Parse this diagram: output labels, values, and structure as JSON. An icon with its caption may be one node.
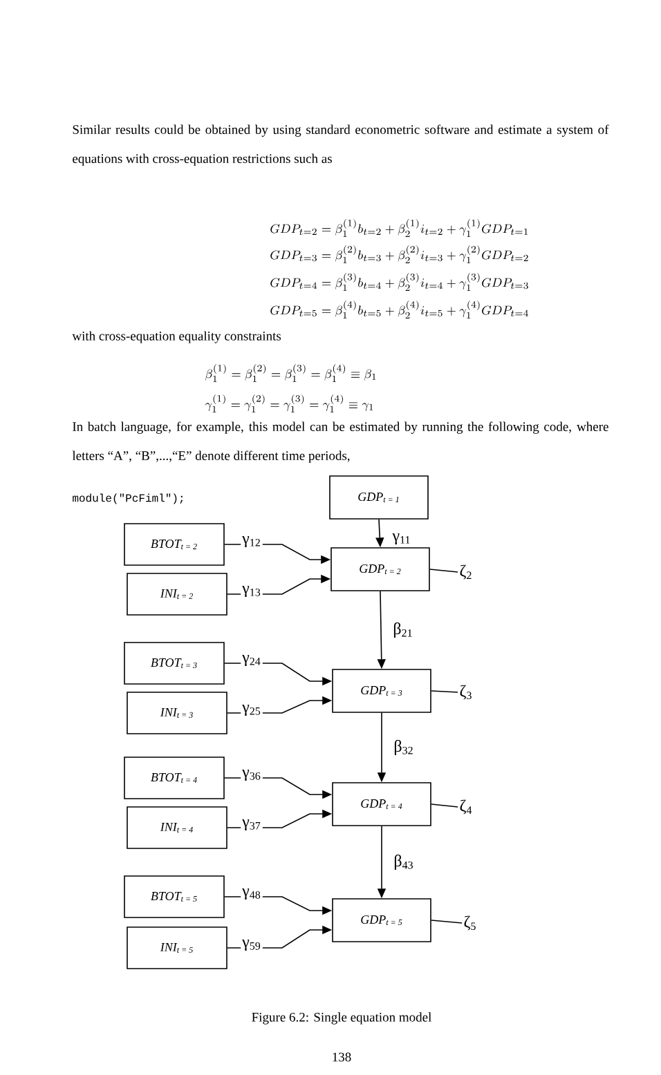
{
  "diagram": {
    "caption": "Figure 6.2: Single equation model",
    "nodes": [
      {
        "text": [
          "GDP$_{t = 1}$"
        ]
      },
      {
        "text": [
          "GDP$_{t = 2}$"
        ]
      },
      {
        "text": [
          "GDP$_{t = 3}$"
        ]
      },
      {
        "text": [
          "GDP$_{t = 4}$"
        ]
      },
      {
        "text": [
          "GDP$_{t = 5}$"
        ]
      },
      {
        "text": [
          "BTOT$_{t = 2}$"
        ]
      },
      {
        "text": [
          "INI$_{t = 2}$"
        ]
      },
      {
        "text": [
          "BTOT$_{t = 3}$"
        ]
      },
      {
        "text": [
          "INI$_{t = 3}$"
        ]
      },
      {
        "text": [
          "BTOT$_{t = 4}$"
        ]
      },
      {
        "text": [
          "INI$_{t = 4}$"
        ]
      },
      {
        "text": [
          "BTOT$_{t = 5}$"
        ]
      },
      {
        "text": [
          "INI$_{t = 5}$"
        ]
      },
      {
        "text": [
          "ζ$_{2}$"
        ]
      },
      {
        "text": [
          "ζ$_{3}$"
        ]
      },
      {
        "text": [
          "ζ$_{4}$"
        ]
      },
      {
        "text": [
          "ζ$_{5}$"
        ]
      }
    ],
    "edges": [
      {
        "from": 0,
        "to": 1,
        "arrow": "to",
        "label": "γ$_{11}$"
      },
      {
        "from": 5,
        "to": 1,
        "arrow": "to",
        "label": "γ$_{12}$"
      },
      {
        "from": 6,
        "to": 1,
        "arrow": "to",
        "label": "γ$_{13}$"
      },
      {
        "from": 1,
        "to": 13,
        "arrow": "none"
      },
      {
        "from": 1,
        "to": 2,
        "arrow": "to",
        "label": "β$_{21}$"
      },
      {
        "from": 7,
        "to": 2,
        "arrow": "to",
        "label": "γ$_{24}$"
      },
      {
        "from": 8,
        "to": 2,
        "arrow": "to",
        "label": "γ$_{25}$"
      },
      {
        "from": 2,
        "to": 14,
        "arrow": "none"
      },
      {
        "from": 2,
        "to": 3,
        "arrow": "to",
        "label": "β$_{32}$"
      },
      {
        "from": 9,
        "to": 3,
        "arrow": "to",
        "label": "γ$_{36}$"
      },
      {
        "from": 10,
        "to": 3,
        "arrow": "to",
        "label": "γ$_{37}$"
      },
      {
        "from": 3,
        "to": 15,
        "arrow": "none"
      },
      {
        "from": 3,
        "to": 4,
        "arrow": "to",
        "label": "β$_{43}$"
      },
      {
        "from": 11,
        "to": 4,
        "arrow": "to",
        "label": "γ$_{48}$"
      },
      {
        "from": 12,
        "to": 4,
        "arrow": "to",
        "label": "γ$_{59}$"
      },
      {
        "from": 4,
        "to": 16,
        "arrow": "none"
      }
    ],
    "labels": [
      "Similar results could be obtained by using standard econometric software and estimate a system of equations with cross-equation restrictions such as",
      "GDP_{t=2} = \\beta_1^{(1)} b_{t=2} + \\beta_2^{(1)} i_{t=2} + \\gamma_1^{(1)} GDP_{t=1}",
      "GDP_{t=3} = \\beta_1^{(2)} b_{t=3} + \\beta_2^{(2)} i_{t=3} + \\gamma_1^{(2)} GDP_{t=2}",
      "GDP_{t=4} = \\beta_1^{(3)} b_{t=4} + \\beta_2^{(3)} i_{t=4} + \\gamma_1^{(3)} GDP_{t=3}",
      "GDP_{t=5} = \\beta_1^{(4)} b_{t=5} + \\beta_2^{(4)} i_{t=5} + \\gamma_1^{(4)} GDP_{t=4}",
      "with cross-equation equality constraints",
      "\\beta_1^{(1)} = \\beta_1^{(2)} = \\beta_1^{(3)} = \\beta_1^{(4)} \\equiv \\beta_1",
      "\\gamma_1^{(1)} = \\gamma_1^{(2)} = \\gamma_1^{(3)} = \\gamma_1^{(4)} \\equiv \\gamma_1",
      "In batch language, for example, this model can be estimated by running the following code, where letters “A”, “B”,...,“E” denote different time periods,",
      "module(\"PcFiml\");",
      "138"
    ]
  }
}
